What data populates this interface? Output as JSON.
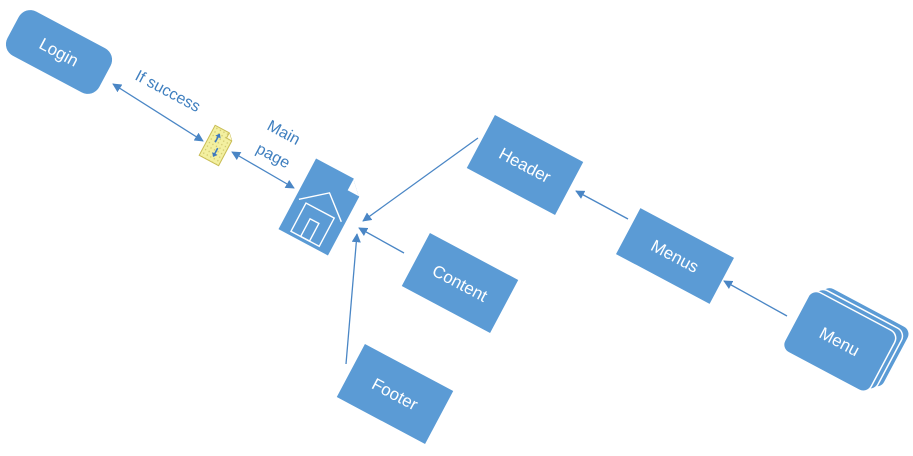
{
  "diagram": {
    "nodes": {
      "login": "Login",
      "header": "Header",
      "content": "Content",
      "footer": "Footer",
      "menus": "Menus",
      "menu": "Menu"
    },
    "edge_labels": {
      "if_success": "If success",
      "main_page_line1": "Main",
      "main_page_line2": "page"
    },
    "icons": {
      "transfer": "transfer-arrows-icon",
      "main_page": "home-document-icon"
    },
    "colors": {
      "shape_fill": "#5b9bd5",
      "connector": "#4a86c5",
      "label_text": "#3f7fbf",
      "shape_text": "#ffffff",
      "transfer_icon_fill": "#f3f0a0"
    }
  }
}
